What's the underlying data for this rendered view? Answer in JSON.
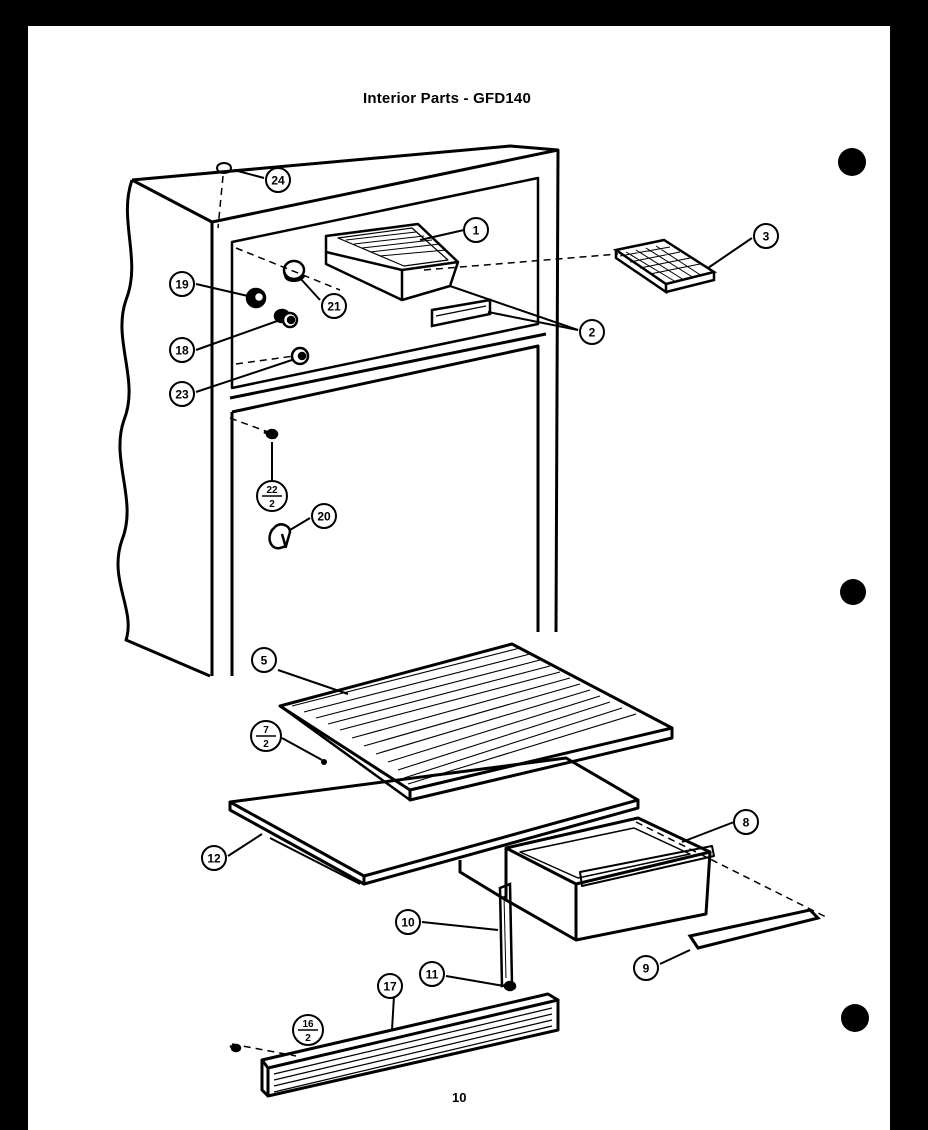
{
  "title": "Interior Parts - GFD140",
  "page_number": "10",
  "callouts": [
    {
      "id": "c1",
      "label": "1"
    },
    {
      "id": "c2",
      "label": "2"
    },
    {
      "id": "c3",
      "label": "3"
    },
    {
      "id": "c5",
      "label": "5"
    },
    {
      "id": "c7",
      "top": "7",
      "bottom": "2"
    },
    {
      "id": "c8",
      "label": "8"
    },
    {
      "id": "c9",
      "label": "9"
    },
    {
      "id": "c10",
      "label": "10"
    },
    {
      "id": "c11",
      "label": "11"
    },
    {
      "id": "c12",
      "label": "12"
    },
    {
      "id": "c16",
      "top": "16",
      "bottom": "2"
    },
    {
      "id": "c17",
      "label": "17"
    },
    {
      "id": "c18",
      "label": "18"
    },
    {
      "id": "c19",
      "label": "19"
    },
    {
      "id": "c20",
      "label": "20"
    },
    {
      "id": "c21",
      "label": "21"
    },
    {
      "id": "c22",
      "top": "22",
      "bottom": "2"
    },
    {
      "id": "c23",
      "label": "23"
    },
    {
      "id": "c24",
      "label": "24"
    }
  ]
}
